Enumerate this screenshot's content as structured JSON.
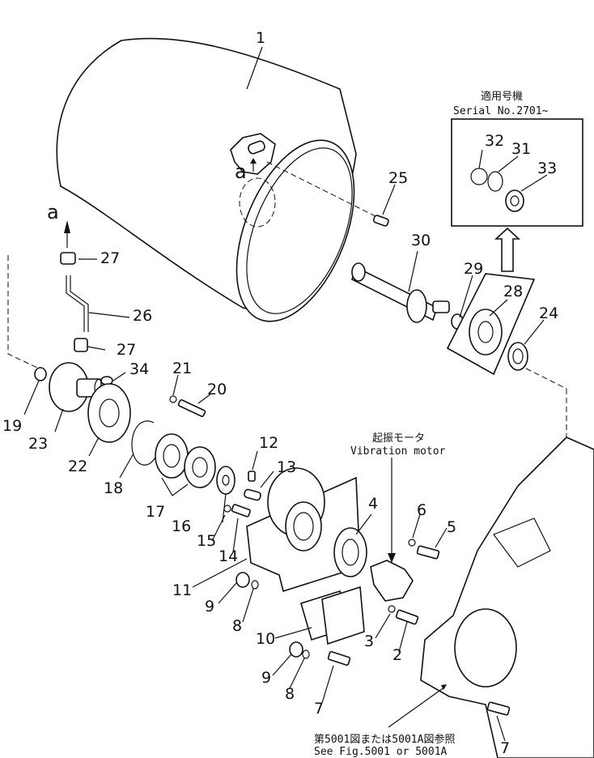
{
  "labels": {
    "p1": "1",
    "p2": "2",
    "p3": "3",
    "p4": "4",
    "p5": "5",
    "p6": "6",
    "p7a": "7",
    "p7b": "7",
    "p8a": "8",
    "p8b": "8",
    "p9a": "9",
    "p9b": "9",
    "p10": "10",
    "p11": "11",
    "p12": "12",
    "p13": "13",
    "p14": "14",
    "p15": "15",
    "p16": "16",
    "p17": "17",
    "p18": "18",
    "p19": "19",
    "p20": "20",
    "p21": "21",
    "p22": "22",
    "p23": "23",
    "p24": "24",
    "p25": "25",
    "p26": "26",
    "p27a": "27",
    "p27b": "27",
    "p28": "28",
    "p29": "29",
    "p30": "30",
    "p31": "31",
    "p32": "32",
    "p33": "33",
    "p34": "34"
  },
  "markers": {
    "a_top": "a",
    "a_drum": "a"
  },
  "serial_box": {
    "title_jp": "適用号機",
    "serial": "Serial No.2701~"
  },
  "vibration_motor": {
    "jp": "起振モータ",
    "en": "Vibration motor"
  },
  "footer_ref": {
    "jp": "第5001図または5001A図参照",
    "en": "See Fig.5001 or 5001A"
  }
}
